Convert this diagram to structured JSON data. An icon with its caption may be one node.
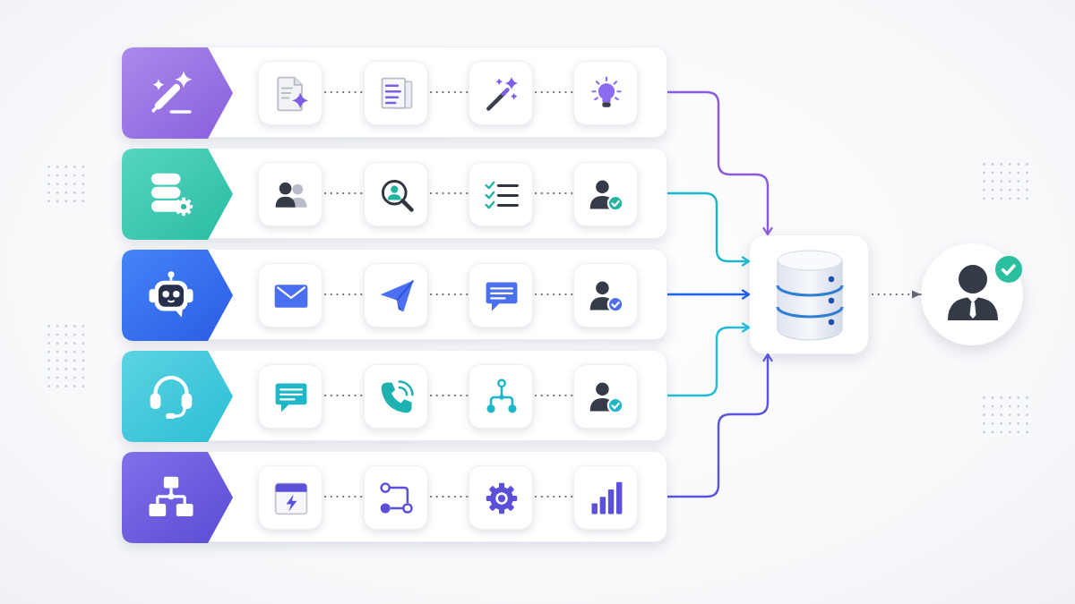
{
  "diagram": {
    "nodes": [
      {
        "text": [],
        "shape": "box"
      },
      {
        "text": [],
        "shape": "picture",
        "in": 0
      },
      {
        "text": [],
        "shape": "picture",
        "in": 0
      },
      {
        "text": [],
        "shape": "picture",
        "in": 0
      },
      {
        "text": [],
        "shape": "picture",
        "in": 0
      },
      {
        "text": [],
        "shape": "picture",
        "in": 0
      },
      {
        "text": [],
        "shape": "box"
      },
      {
        "text": [],
        "shape": "picture",
        "in": 6
      },
      {
        "text": [],
        "shape": "picture",
        "in": 6
      },
      {
        "text": [],
        "shape": "picture",
        "in": 6
      },
      {
        "text": [],
        "shape": "picture",
        "in": 6
      },
      {
        "text": [],
        "shape": "picture",
        "in": 6
      },
      {
        "text": [],
        "shape": "box"
      },
      {
        "text": [],
        "shape": "picture",
        "in": 12
      },
      {
        "text": [],
        "shape": "picture",
        "in": 12
      },
      {
        "text": [],
        "shape": "picture",
        "in": 12
      },
      {
        "text": [],
        "shape": "picture",
        "in": 12
      },
      {
        "text": [],
        "shape": "picture",
        "in": 12
      },
      {
        "text": [],
        "shape": "box"
      },
      {
        "text": [],
        "shape": "picture",
        "in": 18
      },
      {
        "text": [],
        "shape": "picture",
        "in": 18
      },
      {
        "text": [],
        "shape": "picture",
        "in": 18
      },
      {
        "text": [],
        "shape": "picture",
        "in": 18
      },
      {
        "text": [],
        "shape": "picture",
        "in": 18
      },
      {
        "text": [],
        "shape": "box"
      },
      {
        "text": [],
        "shape": "picture",
        "in": 24
      },
      {
        "text": [],
        "shape": "picture",
        "in": 24
      },
      {
        "text": [],
        "shape": "picture",
        "in": 24
      },
      {
        "text": [],
        "shape": "picture",
        "in": 24
      },
      {
        "text": [],
        "shape": "picture",
        "in": 24
      },
      {
        "text": [],
        "shape": "cylinder"
      },
      {
        "text": [],
        "shape": "person"
      }
    ],
    "edges": [
      {
        "from": 2,
        "to": 3,
        "arrow": "none",
        "style": "dashed"
      },
      {
        "from": 3,
        "to": 4,
        "arrow": "none",
        "style": "dashed"
      },
      {
        "from": 4,
        "to": 5,
        "arrow": "none",
        "style": "dashed"
      },
      {
        "from": 0,
        "to": 30,
        "arrow": "to",
        "color": "#8a5ad8"
      },
      {
        "from": 8,
        "to": 9,
        "arrow": "none",
        "style": "dashed"
      },
      {
        "from": 9,
        "to": 10,
        "arrow": "none",
        "style": "dashed"
      },
      {
        "from": 10,
        "to": 11,
        "arrow": "none",
        "style": "dashed"
      },
      {
        "from": 6,
        "to": 30,
        "arrow": "to",
        "color": "#1fb5c9"
      },
      {
        "from": 14,
        "to": 15,
        "arrow": "none",
        "style": "dashed"
      },
      {
        "from": 15,
        "to": 16,
        "arrow": "none",
        "style": "dashed"
      },
      {
        "from": 16,
        "to": 17,
        "arrow": "none",
        "style": "dashed"
      },
      {
        "from": 12,
        "to": 30,
        "arrow": "to",
        "color": "#1d5fe8"
      },
      {
        "from": 20,
        "to": 21,
        "arrow": "none",
        "style": "dashed"
      },
      {
        "from": 21,
        "to": 22,
        "arrow": "none",
        "style": "dashed"
      },
      {
        "from": 22,
        "to": 23,
        "arrow": "none",
        "style": "dashed"
      },
      {
        "from": 18,
        "to": 30,
        "arrow": "to",
        "color": "#22bcd8"
      },
      {
        "from": 26,
        "to": 27,
        "arrow": "none",
        "style": "dashed"
      },
      {
        "from": 27,
        "to": 28,
        "arrow": "none",
        "style": "dashed"
      },
      {
        "from": 28,
        "to": 29,
        "arrow": "none",
        "style": "dashed"
      },
      {
        "from": 24,
        "to": 30,
        "arrow": "to",
        "color": "#5a55dc"
      },
      {
        "from": 30,
        "to": 31,
        "arrow": "to",
        "style": "dashed"
      }
    ]
  }
}
